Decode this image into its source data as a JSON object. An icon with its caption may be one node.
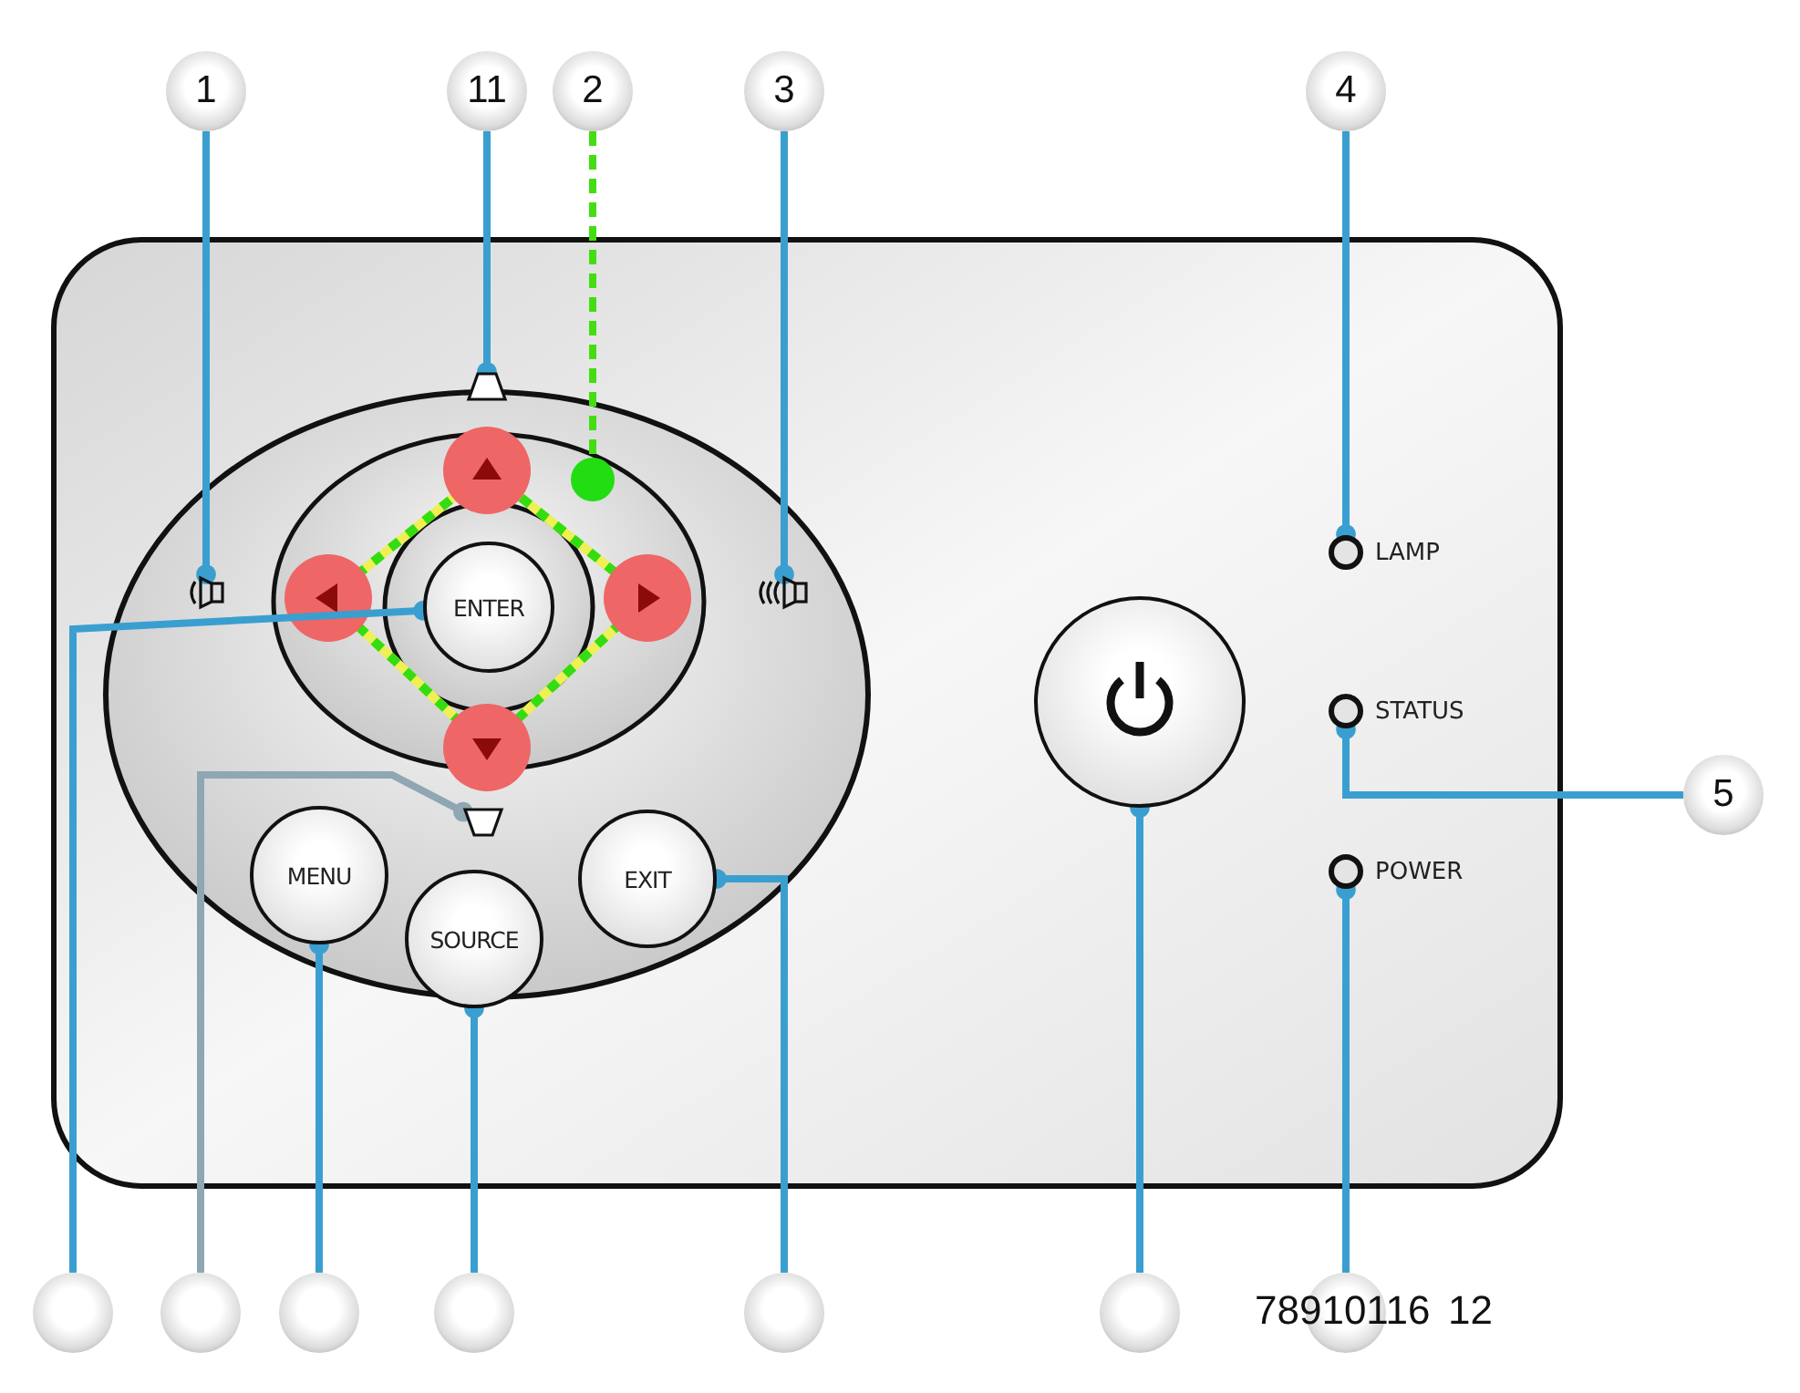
{
  "diagram": {
    "nodes": [
      {
        "text": [],
        "shape": "box"
      },
      {
        "text": [
          "1"
        ]
      },
      {
        "text": [
          "11"
        ]
      },
      {
        "text": [
          "2"
        ]
      },
      {
        "text": [
          "3"
        ]
      },
      {
        "text": [
          "4"
        ]
      },
      {
        "text": [
          "5"
        ]
      },
      {
        "text": [],
        "shape": "circle"
      },
      {
        "text": [],
        "shape": "circle"
      },
      {
        "text": [],
        "shape": "circle"
      },
      {
        "text": [],
        "shape": "circle"
      },
      {
        "text": [],
        "shape": "circle"
      },
      {
        "text": [],
        "shape": "circle"
      },
      {
        "text": [],
        "shape": "circle"
      },
      {
        "text": [],
        "shape": "speaker",
        "in": 0
      },
      {
        "text": [],
        "shape": "trapezoid",
        "in": 0
      },
      {
        "text": [],
        "shape": "circle",
        "in": 0
      },
      {
        "text": [],
        "shape": "speaker",
        "in": 0
      },
      {
        "text": [
          "LAMP"
        ],
        "in": 0
      },
      {
        "text": [
          "STATUS"
        ],
        "in": 0
      },
      {
        "text": [
          "POWER"
        ],
        "in": 0
      },
      {
        "text": [
          "ENTER"
        ],
        "in": 0
      },
      {
        "text": [],
        "shape": "trapezoid",
        "in": 0
      },
      {
        "text": [
          "MENU"
        ],
        "in": 0
      },
      {
        "text": [
          "SOURCE"
        ],
        "in": 0
      },
      {
        "text": [
          "EXIT"
        ],
        "in": 0
      },
      {
        "text": [],
        "shape": "circle",
        "in": 0
      }
    ],
    "edges": [
      {
        "from": 1,
        "to": 14,
        "arrow": "other"
      },
      {
        "from": 2,
        "to": 15,
        "arrow": "other"
      },
      {
        "from": 3,
        "to": 16,
        "arrow": "none",
        "style": "dashed",
        "color": "#44dd11"
      },
      {
        "from": 4,
        "to": 17,
        "arrow": "other"
      },
      {
        "from": 5,
        "to": 18,
        "arrow": "other"
      },
      {
        "from": 6,
        "to": 19,
        "arrow": "other"
      },
      {
        "from": 7,
        "to": 21,
        "arrow": "other"
      },
      {
        "from": 8,
        "to": 22,
        "arrow": "other",
        "color": "#8fa6b3"
      },
      {
        "from": 9,
        "to": 23,
        "arrow": "other"
      },
      {
        "from": 10,
        "to": 24,
        "arrow": "other"
      },
      {
        "from": 11,
        "to": 25,
        "arrow": "other"
      },
      {
        "from": 12,
        "to": 26,
        "arrow": "other"
      },
      {
        "from": 13,
        "to": 20,
        "arrow": "other"
      }
    ],
    "labels": [
      "78910116",
      "12"
    ]
  }
}
